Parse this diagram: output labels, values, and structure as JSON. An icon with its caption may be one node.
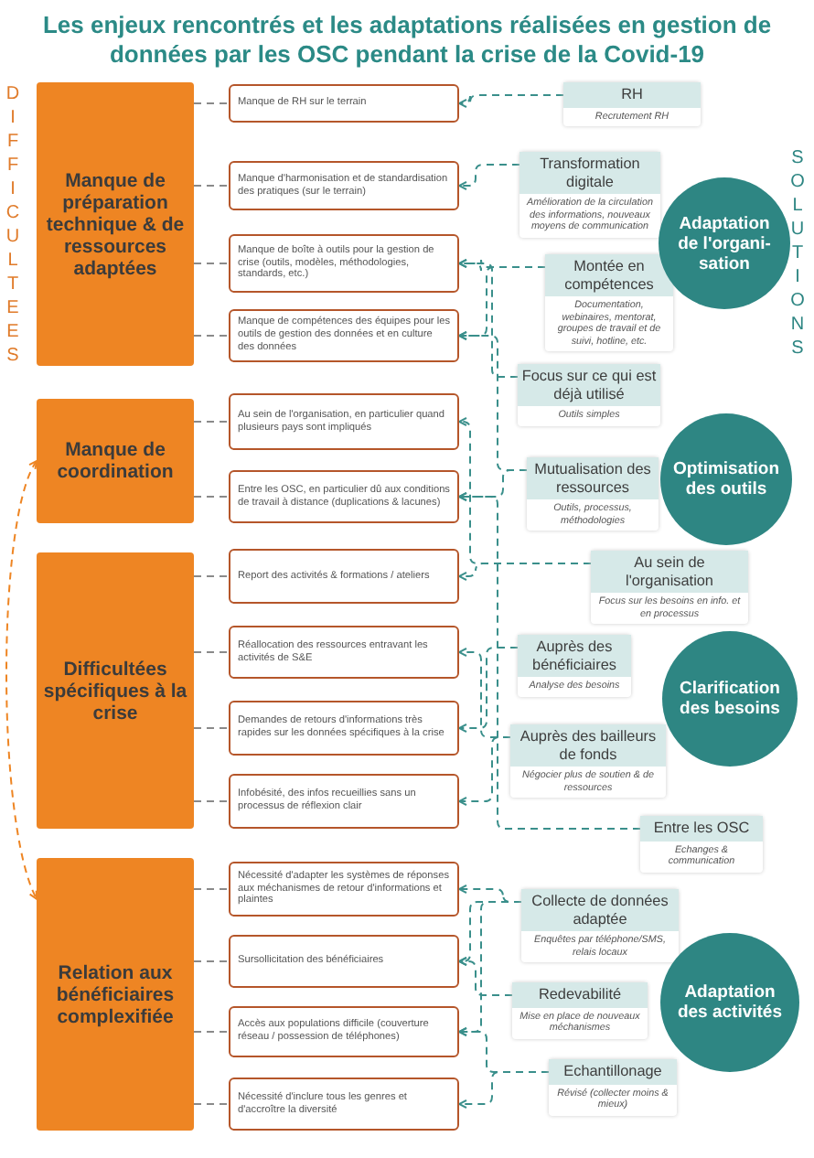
{
  "diagram": {
    "title": "Les enjeux rencontrés et les adaptations réalisées en gestion de données par les OSC pendant la crise de la Covid-19",
    "nodes": [
      {
        "text": [
          "Manque de préparation technique & de ressources adaptées"
        ]
      },
      {
        "text": [
          "Manque de coordination"
        ]
      },
      {
        "text": [
          "Difficultées spécifiques à la crise"
        ]
      },
      {
        "text": [
          "Relation aux bénéficiaires complexifiée"
        ]
      },
      {
        "text": [
          "Manque de RH sur le terrain"
        ]
      },
      {
        "text": [
          "Manque d'harmonisation et de standardisation des pratiques (sur le terrain)"
        ]
      },
      {
        "text": [
          "Manque de boîte à outils pour la gestion de crise (outils, modèles, méthodologies, standards, etc.)"
        ]
      },
      {
        "text": [
          "Manque de compétences des équipes pour les outils de gestion des données et en culture des données"
        ]
      },
      {
        "text": [
          "Au sein de l'organisation, en particulier quand plusieurs pays sont impliqués"
        ]
      },
      {
        "text": [
          "Entre les OSC, en particulier dû aux conditions de travail à distance (duplications & lacunes)"
        ]
      },
      {
        "text": [
          "Report des activités & formations / ateliers"
        ]
      },
      {
        "text": [
          "Réallocation des ressources entravant les activités de S&E"
        ]
      },
      {
        "text": [
          "Demandes de retours d'informations très rapides sur les données spécifiques à la crise"
        ]
      },
      {
        "text": [
          "Infobésité, des infos recueillies sans un processus de réflexion clair"
        ]
      },
      {
        "text": [
          "Nécessité d'adapter les systèmes de réponses aux méchanismes de retour d'informations et plaintes"
        ]
      },
      {
        "text": [
          "Sursollicitation des bénéficiaires"
        ]
      },
      {
        "text": [
          "Accès aux populations difficile (couverture réseau / possession de téléphones)"
        ]
      },
      {
        "text": [
          "Nécessité d'inclure tous les genres et d'accroître la diversité"
        ]
      },
      {
        "text": [
          "RH",
          "Recrutement RH"
        ]
      },
      {
        "text": [
          "Transformation digitale",
          "Amélioration de la circulation des informations, nouveaux moyens de communication"
        ]
      },
      {
        "text": [
          "Montée en compétences",
          "Documentation, webinaires, mentorat, groupes de travail et de suivi, hotline, etc."
        ]
      },
      {
        "text": [
          "Focus sur ce qui est déjà utilisé",
          "Outils simples"
        ]
      },
      {
        "text": [
          "Mutualisation des ressources",
          "Outils, processus, méthodologies"
        ]
      },
      {
        "text": [
          "Au sein de l'organisation",
          "Focus sur les besoins en info. et en processus"
        ]
      },
      {
        "text": [
          "Auprès des bénéficiaires",
          "Analyse des besoins"
        ]
      },
      {
        "text": [
          "Auprès des bailleurs de fonds",
          "Négocier plus de soutien & de ressources"
        ]
      },
      {
        "text": [
          "Entre les OSC",
          "Echanges & communication"
        ]
      },
      {
        "text": [
          "Collecte de données adaptée",
          "Enquêtes par téléphone/SMS, relais locaux"
        ]
      },
      {
        "text": [
          "Redevabilité",
          "Mise en place de nouveaux méchanismes"
        ]
      },
      {
        "text": [
          "Echantillonage",
          "Révisé (collecter moins & mieux)"
        ]
      },
      {
        "text": [
          "Adaptation de l'organi-sation"
        ]
      },
      {
        "text": [
          "Optimisation des outils"
        ]
      },
      {
        "text": [
          "Clarification des besoins"
        ]
      },
      {
        "text": [
          "Adaptation des activités"
        ]
      }
    ],
    "edges": [
      {
        "from": 0,
        "to": 4,
        "arrow": "none",
        "style": "dashed",
        "color": "#8a8a8a"
      },
      {
        "from": 0,
        "to": 5,
        "arrow": "none",
        "style": "dashed",
        "color": "#8a8a8a"
      },
      {
        "from": 0,
        "to": 6,
        "arrow": "none",
        "style": "dashed",
        "color": "#8a8a8a"
      },
      {
        "from": 0,
        "to": 7,
        "arrow": "none",
        "style": "dashed",
        "color": "#8a8a8a"
      },
      {
        "from": 1,
        "to": 8,
        "arrow": "none",
        "style": "dashed",
        "color": "#8a8a8a"
      },
      {
        "from": 1,
        "to": 9,
        "arrow": "none",
        "style": "dashed",
        "color": "#8a8a8a"
      },
      {
        "from": 2,
        "to": 10,
        "arrow": "none",
        "style": "dashed",
        "color": "#8a8a8a"
      },
      {
        "from": 2,
        "to": 11,
        "arrow": "none",
        "style": "dashed",
        "color": "#8a8a8a"
      },
      {
        "from": 2,
        "to": 12,
        "arrow": "none",
        "style": "dashed",
        "color": "#8a8a8a"
      },
      {
        "from": 2,
        "to": 13,
        "arrow": "none",
        "style": "dashed",
        "color": "#8a8a8a"
      },
      {
        "from": 3,
        "to": 14,
        "arrow": "none",
        "style": "dashed",
        "color": "#8a8a8a"
      },
      {
        "from": 3,
        "to": 15,
        "arrow": "none",
        "style": "dashed",
        "color": "#8a8a8a"
      },
      {
        "from": 3,
        "to": 16,
        "arrow": "none",
        "style": "dashed",
        "color": "#8a8a8a"
      },
      {
        "from": 3,
        "to": 17,
        "arrow": "none",
        "style": "dashed",
        "color": "#8a8a8a"
      },
      {
        "from": 1,
        "to": 3,
        "arrow": "both",
        "style": "dashed",
        "color": "#ee8523"
      },
      {
        "from": 18,
        "to": 4,
        "arrow": "to",
        "style": "dashed"
      },
      {
        "from": 19,
        "to": 5,
        "arrow": "to",
        "style": "dashed"
      },
      {
        "from": 20,
        "to": 6,
        "arrow": "to",
        "style": "dashed"
      },
      {
        "from": 20,
        "to": 7,
        "arrow": "to",
        "style": "dashed"
      },
      {
        "from": 21,
        "to": 6,
        "arrow": "to",
        "style": "dashed"
      },
      {
        "from": 22,
        "to": 7,
        "arrow": "to",
        "style": "dashed"
      },
      {
        "from": 22,
        "to": 9,
        "arrow": "to",
        "style": "dashed"
      },
      {
        "from": 23,
        "to": 8,
        "arrow": "to",
        "style": "dashed"
      },
      {
        "from": 23,
        "to": 10,
        "arrow": "to",
        "style": "dashed"
      },
      {
        "from": 25,
        "to": 11,
        "arrow": "to",
        "style": "dashed"
      },
      {
        "from": 24,
        "to": 12,
        "arrow": "to",
        "style": "dashed"
      },
      {
        "from": 25,
        "to": 13,
        "arrow": "to",
        "style": "dashed"
      },
      {
        "from": 26,
        "to": 9,
        "arrow": "to",
        "style": "dashed"
      },
      {
        "from": 27,
        "to": 14,
        "arrow": "to",
        "style": "dashed"
      },
      {
        "from": 27,
        "to": 15,
        "arrow": "to",
        "style": "dashed"
      },
      {
        "from": 28,
        "to": 15,
        "arrow": "to",
        "style": "dashed"
      },
      {
        "from": 27,
        "to": 16,
        "arrow": "to",
        "style": "dashed"
      },
      {
        "from": 29,
        "to": 16,
        "arrow": "to",
        "style": "dashed"
      },
      {
        "from": 29,
        "to": 17,
        "arrow": "to",
        "style": "dashed"
      }
    ],
    "labels": [
      "DIFFICULTEES",
      "SOLUTIONS"
    ]
  }
}
